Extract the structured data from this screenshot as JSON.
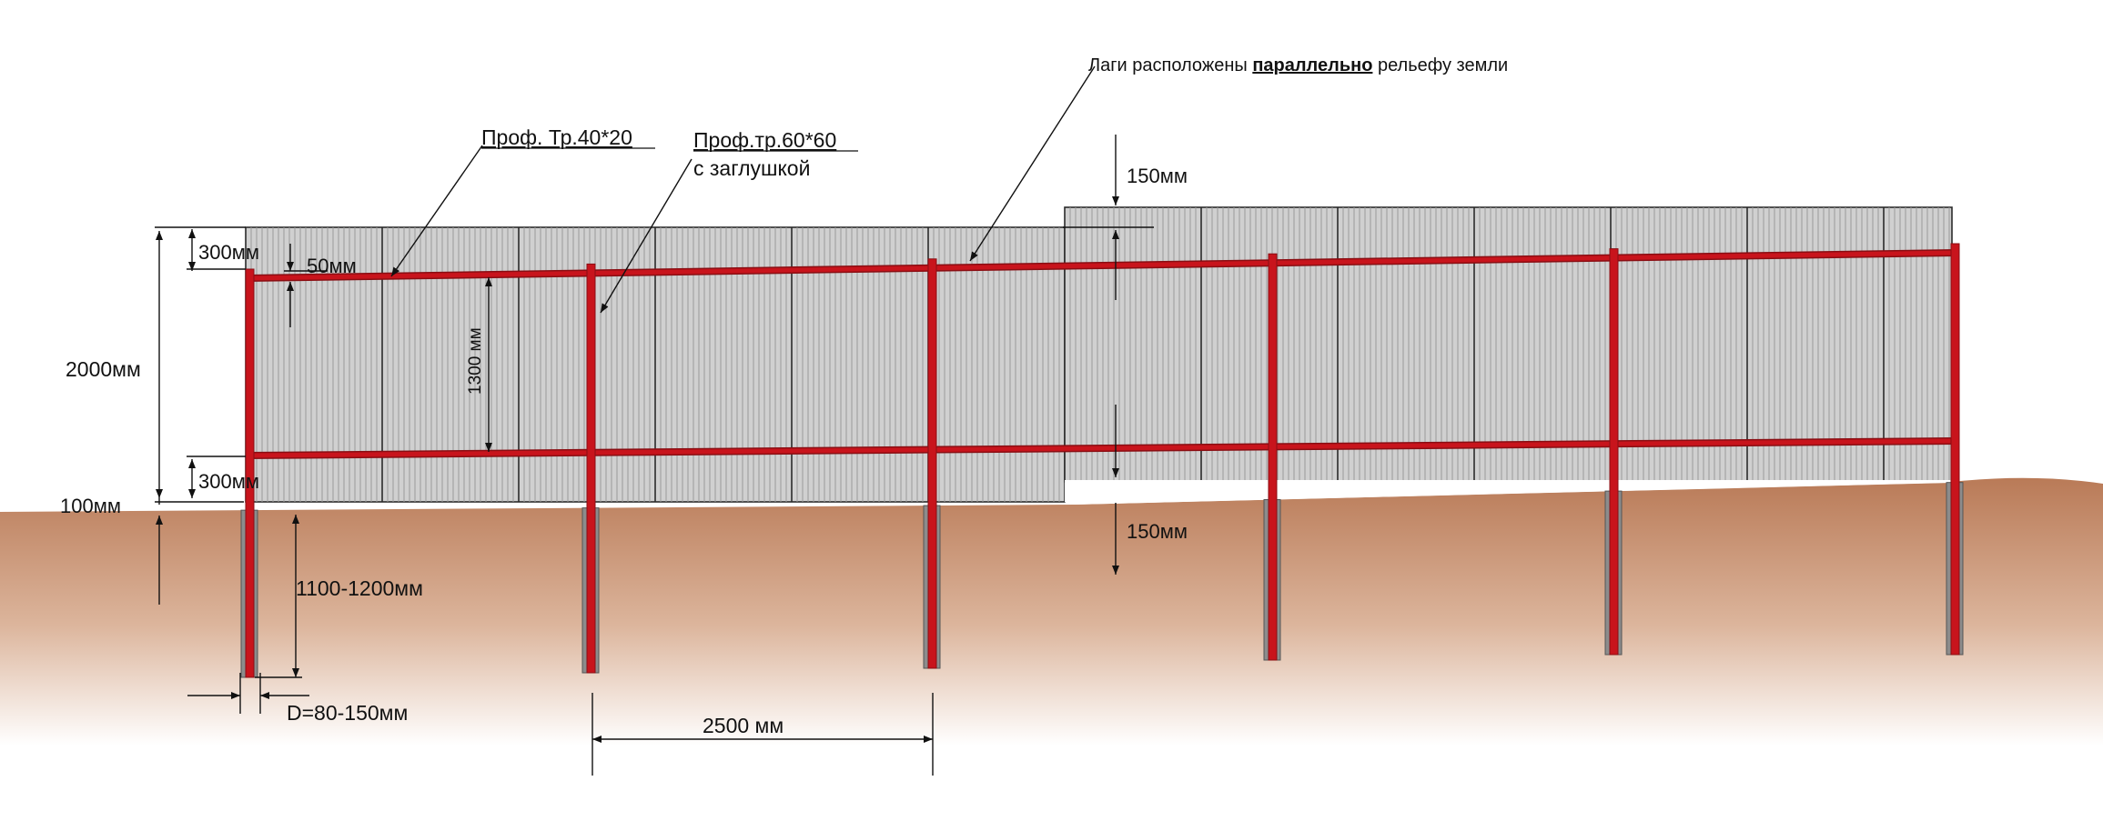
{
  "colors": {
    "post": "#c8141c",
    "post_dark": "#8a0e13",
    "sheet_fill": "#d0d0d0",
    "sheet_line": "#9a9a9a",
    "sheet_edge": "#2b2b2b",
    "soil_top": "#b97a57",
    "soil_bottom": "#ffffff",
    "pipe_grey": "#8c8c8c",
    "dim_line": "#111111"
  },
  "labels": {
    "lagi_prefix": "Лаги расположены ",
    "lagi_bold": "параллельно",
    "lagi_suffix": " рельефу земли",
    "prof_small": "Проф. Тр.40*20",
    "prof_big_line1": "Проф.тр.60*60",
    "prof_big_line2": "с заглушкой",
    "top_offset": "300мм",
    "rail_gap": "50мм",
    "total_height": "2000мм",
    "rail_spacing": "1300 мм",
    "bottom_offset": "300мм",
    "ground_gap": "100мм",
    "depth": "1100-1200мм",
    "diameter": "D=80-150мм",
    "post_spacing": "2500 мм",
    "step_top": "150мм",
    "step_bottom": "150мм"
  }
}
